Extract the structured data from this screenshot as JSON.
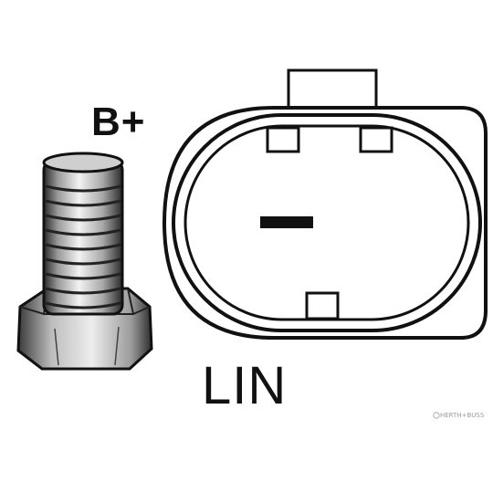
{
  "labels": {
    "b_plus": "B+",
    "lin": "LIN"
  },
  "watermark": {
    "text": "HERTH+BUSS",
    "icon": "copyright-icon"
  },
  "colors": {
    "ink": "#111111",
    "background": "#ffffff",
    "bolt_light": "#e6e6e6",
    "bolt_shadow": "#555555",
    "watermark": "#9a9a9a"
  }
}
